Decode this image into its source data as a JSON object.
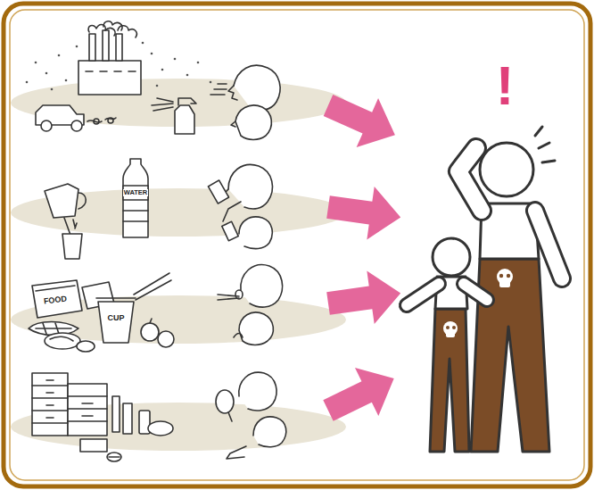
{
  "diagram": {
    "labels": [
      "!",
      "WATER",
      "FOOD",
      "CUP"
    ]
  }
}
